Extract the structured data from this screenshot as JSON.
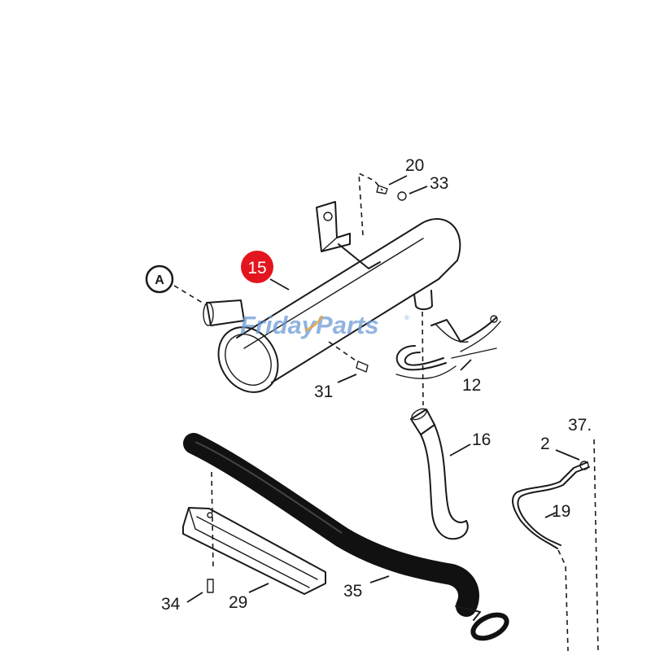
{
  "watermark": {
    "brand_first": "Friday",
    "brand_second": "Parts",
    "registered_mark": "®",
    "color": "#6c9ad6"
  },
  "highlight": {
    "color": "#e3151e",
    "part_number": "15"
  },
  "callout_letter": "A",
  "part_labels": {
    "p20": "20",
    "p33": "33",
    "p31": "31",
    "p12": "12",
    "p16": "16",
    "p2": "2",
    "p37": "37.",
    "p19": "19",
    "p34": "34",
    "p29": "29",
    "p35": "35"
  }
}
